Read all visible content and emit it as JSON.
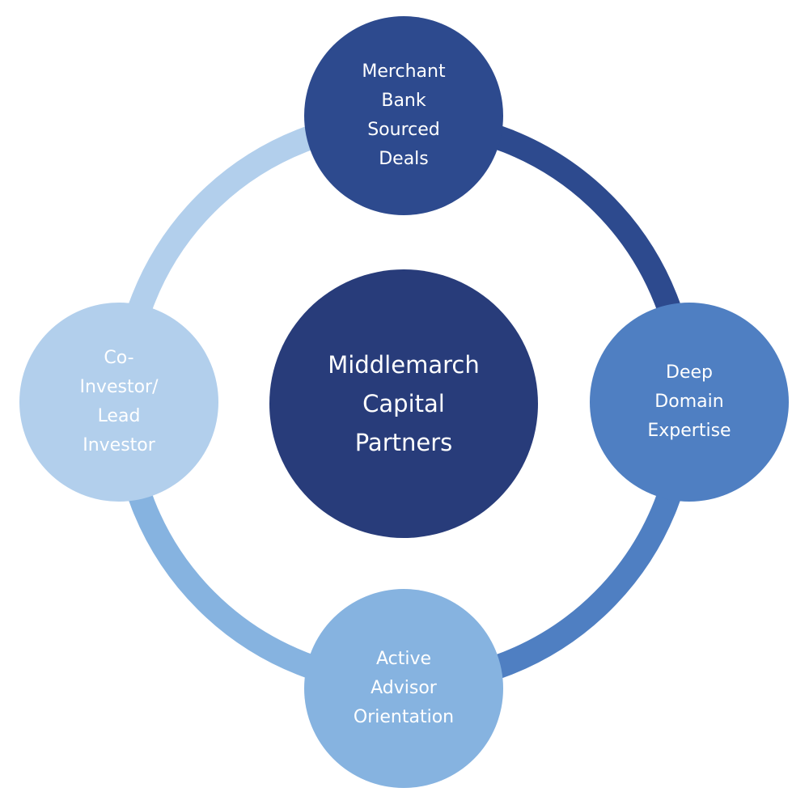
{
  "diagram": {
    "center": {
      "lines": [
        "Middlemarch",
        "Capital",
        "Partners"
      ],
      "color": "#283c7a"
    },
    "nodes": [
      {
        "id": "top",
        "lines": [
          "Merchant",
          "Bank",
          "Sourced",
          "Deals"
        ],
        "color": "#2d4a8e"
      },
      {
        "id": "right",
        "lines": [
          "Deep",
          "Domain",
          "Expertise"
        ],
        "color": "#4f7fc2"
      },
      {
        "id": "bottom",
        "lines": [
          "Active",
          "Advisor",
          "Orientation"
        ],
        "color": "#86b3e0"
      },
      {
        "id": "left",
        "lines": [
          "Co-",
          "Investor/",
          "Lead",
          "Investor"
        ],
        "color": "#b2cfec"
      }
    ],
    "arcs": [
      {
        "from": "top",
        "to": "right",
        "color": "#2d4a8e"
      },
      {
        "from": "right",
        "to": "bottom",
        "color": "#4f7fc2"
      },
      {
        "from": "bottom",
        "to": "left",
        "color": "#86b3e0"
      },
      {
        "from": "left",
        "to": "top",
        "color": "#b2cfec"
      }
    ]
  }
}
